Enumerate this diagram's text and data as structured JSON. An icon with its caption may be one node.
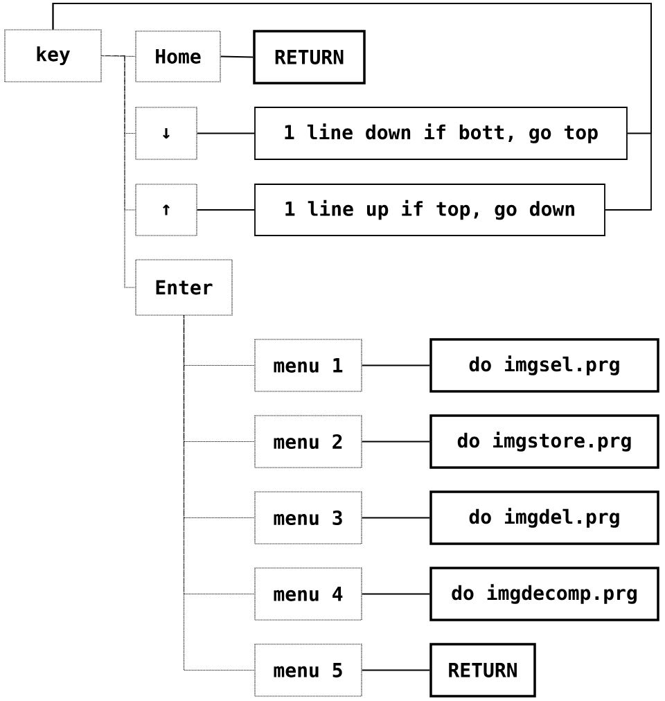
{
  "diagram": {
    "nodes": [
      {
        "text": [
          "key"
        ]
      },
      {
        "text": [
          "Home"
        ]
      },
      {
        "text": [
          "RETURN"
        ]
      },
      {
        "text": [
          "↓"
        ]
      },
      {
        "text": [
          "1 line down if bott, go top"
        ]
      },
      {
        "text": [
          "↑"
        ]
      },
      {
        "text": [
          "1 line up if top, go down"
        ]
      },
      {
        "text": [
          "Enter"
        ]
      },
      {
        "text": [
          "menu 1"
        ]
      },
      {
        "text": [
          "do imgsel.prg"
        ]
      },
      {
        "text": [
          "menu 2"
        ]
      },
      {
        "text": [
          "do imgstore.prg"
        ]
      },
      {
        "text": [
          "menu 3"
        ]
      },
      {
        "text": [
          "do imgdel.prg"
        ]
      },
      {
        "text": [
          "menu 4"
        ]
      },
      {
        "text": [
          "do imgdecomp.prg"
        ]
      },
      {
        "text": [
          "menu 5"
        ]
      },
      {
        "text": [
          "RETURN"
        ]
      }
    ],
    "edges": [
      {
        "from": 0,
        "to": 1,
        "arrow": "none",
        "style": "dashed"
      },
      {
        "from": 0,
        "to": 3,
        "arrow": "none",
        "style": "dashed"
      },
      {
        "from": 0,
        "to": 5,
        "arrow": "none",
        "style": "dashed"
      },
      {
        "from": 0,
        "to": 7,
        "arrow": "none",
        "style": "dashed"
      },
      {
        "from": 1,
        "to": 2,
        "arrow": "none"
      },
      {
        "from": 3,
        "to": 4,
        "arrow": "none"
      },
      {
        "from": 5,
        "to": 6,
        "arrow": "none"
      },
      {
        "from": 4,
        "to": 0,
        "arrow": "none"
      },
      {
        "from": 6,
        "to": 0,
        "arrow": "none"
      },
      {
        "from": 7,
        "to": 8,
        "arrow": "none",
        "style": "dashed"
      },
      {
        "from": 7,
        "to": 10,
        "arrow": "none",
        "style": "dashed"
      },
      {
        "from": 7,
        "to": 12,
        "arrow": "none",
        "style": "dashed"
      },
      {
        "from": 7,
        "to": 14,
        "arrow": "none",
        "style": "dashed"
      },
      {
        "from": 7,
        "to": 16,
        "arrow": "none",
        "style": "dashed"
      },
      {
        "from": 8,
        "to": 9,
        "arrow": "none"
      },
      {
        "from": 10,
        "to": 11,
        "arrow": "none"
      },
      {
        "from": 12,
        "to": 13,
        "arrow": "none"
      },
      {
        "from": 14,
        "to": 15,
        "arrow": "none"
      },
      {
        "from": 16,
        "to": 17,
        "arrow": "none"
      }
    ]
  }
}
